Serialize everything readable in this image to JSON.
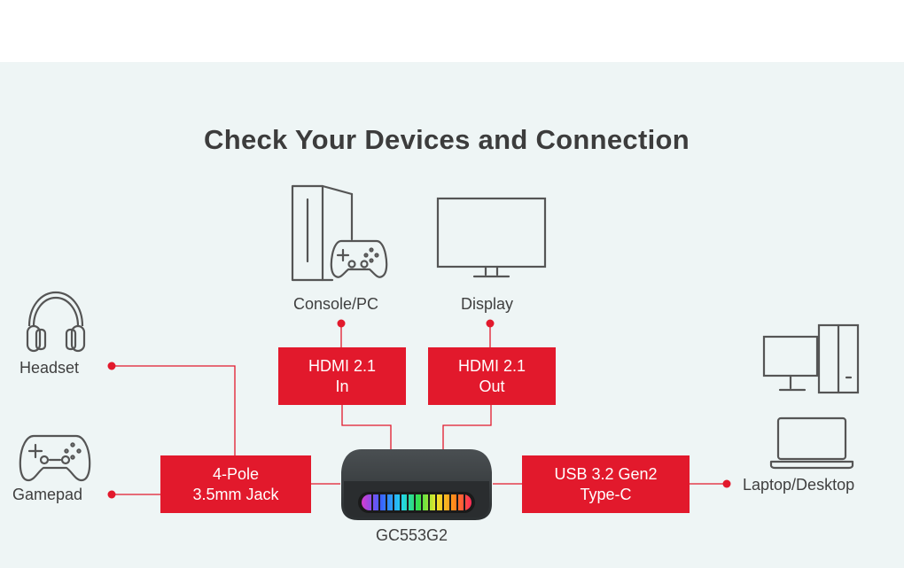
{
  "title": "Check Your Devices and Connection",
  "colors": {
    "accent": "#e2192c",
    "panel_background": "#eef5f5",
    "line_art": "#555555",
    "text": "#3c3c3c"
  },
  "devices": {
    "console_pc": "Console/PC",
    "display": "Display",
    "headset": "Headset",
    "gamepad": "Gamepad",
    "laptop_desktop": "Laptop/Desktop",
    "capture_card": "GC553G2"
  },
  "ports": {
    "hdmi_in": {
      "line1": "HDMI 2.1",
      "line2": "In"
    },
    "hdmi_out": {
      "line1": "HDMI 2.1",
      "line2": "Out"
    },
    "audio_jack": {
      "line1": "4-Pole",
      "line2": "3.5mm Jack"
    },
    "usb": {
      "line1": "USB 3.2 Gen2",
      "line2": "Type-C"
    }
  },
  "icons": [
    "console-tower-icon",
    "gamepad-icon",
    "monitor-icon",
    "headset-icon",
    "desktop-pc-icon",
    "laptop-icon",
    "capture-card-device"
  ]
}
